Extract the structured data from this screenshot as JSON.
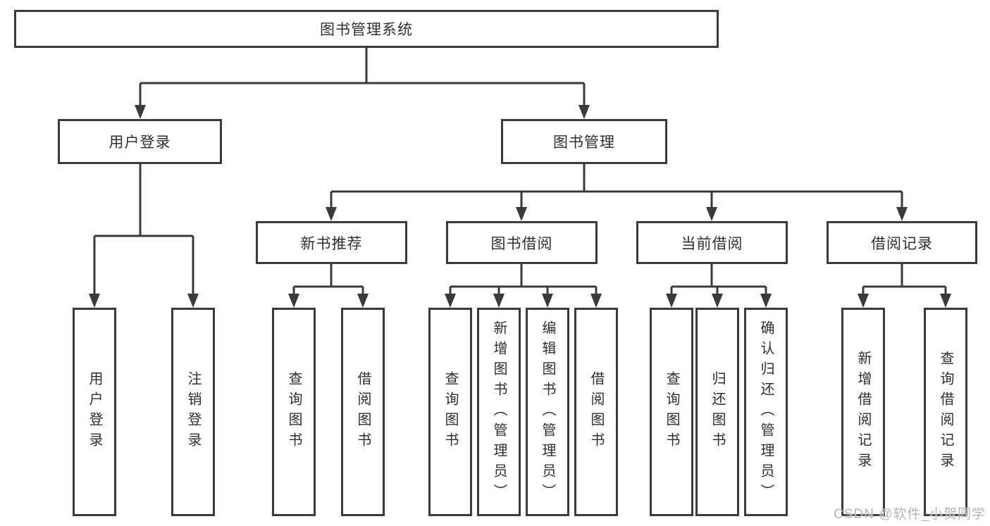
{
  "diagram_type": "hierarchy-tree",
  "nodes": {
    "root": "图书管理系统",
    "level2": [
      {
        "label": "用户登录"
      },
      {
        "label": "图书管理"
      }
    ],
    "level3": [
      {
        "label": "新书推荐",
        "parent": "图书管理"
      },
      {
        "label": "图书借阅",
        "parent": "图书管理"
      },
      {
        "label": "当前借阅",
        "parent": "图书管理"
      },
      {
        "label": "借阅记录",
        "parent": "图书管理"
      }
    ],
    "leaves": [
      {
        "label": "用户登录",
        "parent": "用户登录"
      },
      {
        "label": "注销登录",
        "parent": "用户登录"
      },
      {
        "label": "查询图书",
        "parent": "新书推荐"
      },
      {
        "label": "借阅图书",
        "parent": "新书推荐"
      },
      {
        "label": "查询图书",
        "parent": "图书借阅"
      },
      {
        "label": "新增图书（管理员）",
        "parent": "图书借阅"
      },
      {
        "label": "编辑图书（管理员）",
        "parent": "图书借阅"
      },
      {
        "label": "借阅图书",
        "parent": "图书借阅"
      },
      {
        "label": "查询图书",
        "parent": "当前借阅"
      },
      {
        "label": "归还图书",
        "parent": "当前借阅"
      },
      {
        "label": "确认归还（管理员）",
        "parent": "当前借阅"
      },
      {
        "label": "新增借阅记录",
        "parent": "借阅记录"
      },
      {
        "label": "查询借阅记录",
        "parent": "借阅记录"
      }
    ]
  },
  "watermark": "CSDN @软件_小贺同学",
  "colors": {
    "line": "#3a3a3a",
    "box_border": "#3b3b3b",
    "text": "#2f2f2f",
    "background": "#ffffff",
    "watermark": "#b5b5b5"
  }
}
